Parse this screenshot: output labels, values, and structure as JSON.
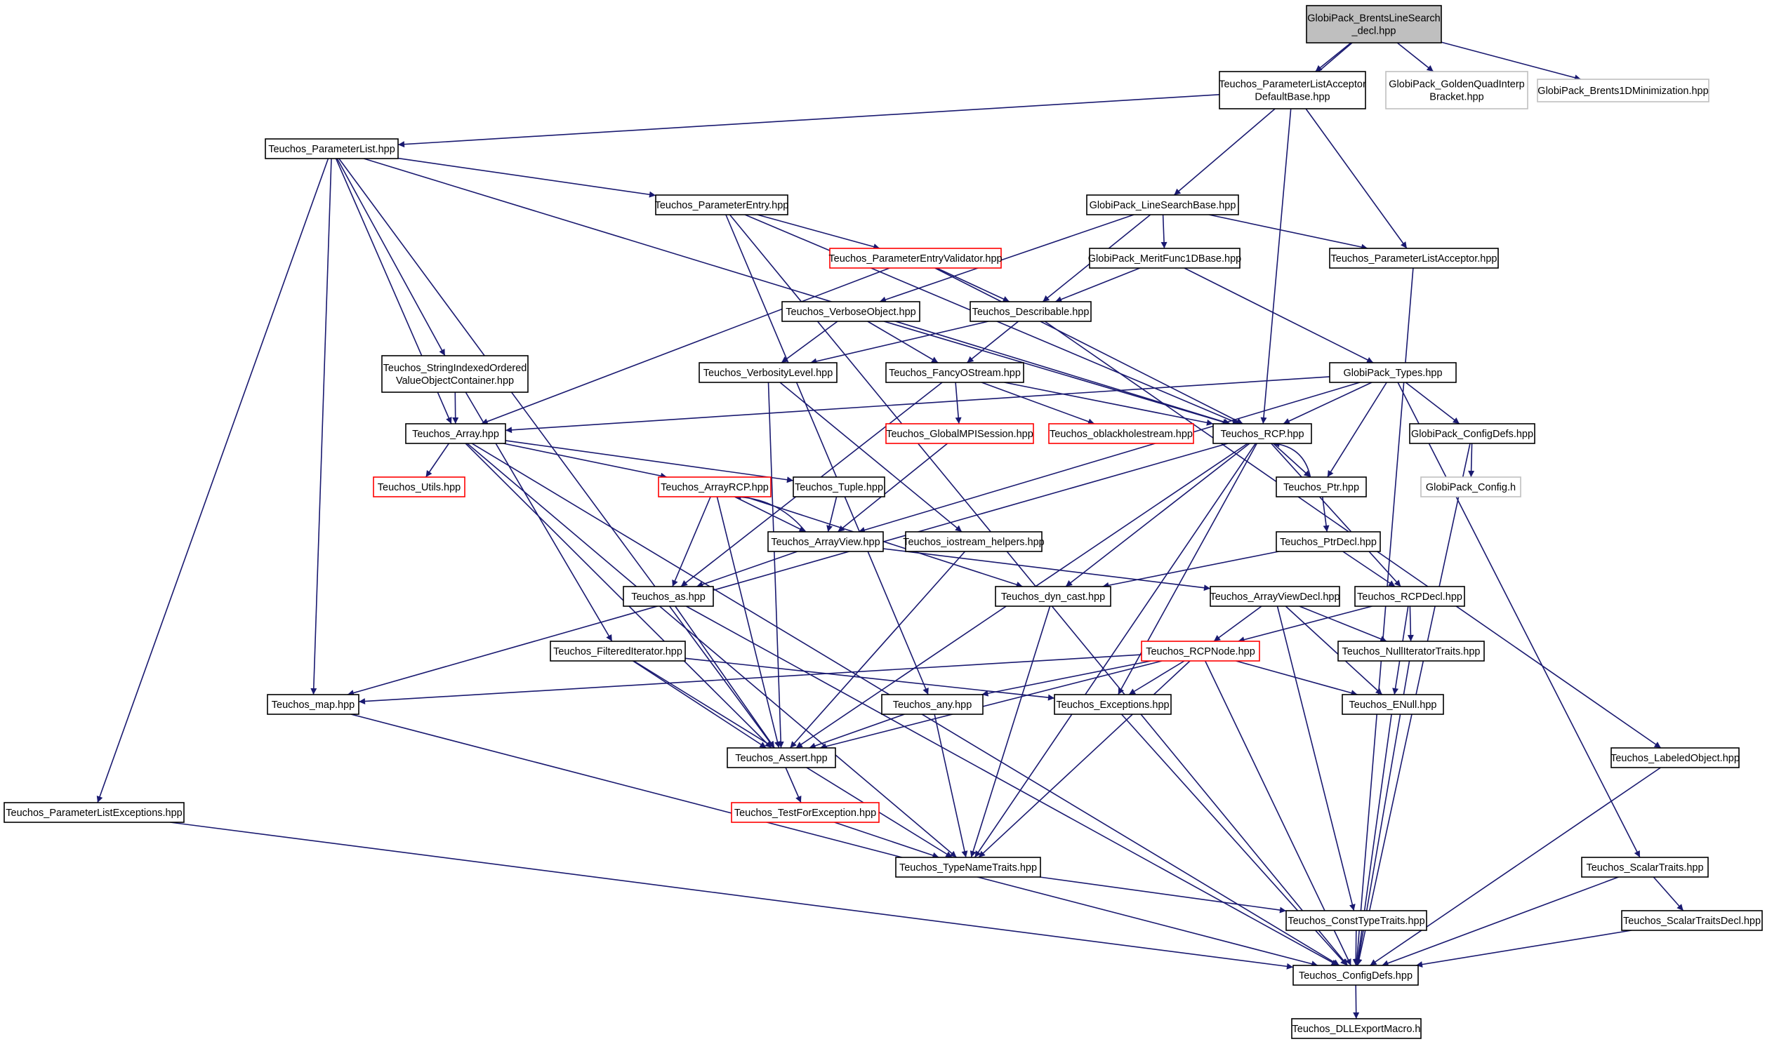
{
  "diagram": {
    "colors": {
      "edge": "#191970",
      "border_normal": "#000000",
      "border_truncated": "#ff0000",
      "border_missing": "#bfbfbf",
      "fill_root": "#bfbfbf",
      "fill_default": "#ffffff"
    },
    "nodes": [
      {
        "id": "root",
        "lines": [
          "GlobiPack_BrentsLineSearch",
          "_decl.hpp"
        ],
        "style": "root"
      },
      {
        "id": "plab",
        "lines": [
          "Teuchos_ParameterListAcceptor",
          "DefaultBase.hpp"
        ],
        "style": "normal"
      },
      {
        "id": "gqib",
        "lines": [
          "GlobiPack_GoldenQuadInterp",
          "Bracket.hpp"
        ],
        "style": "missing"
      },
      {
        "id": "b1dm",
        "lines": [
          "GlobiPack_Brents1DMinimization.hpp"
        ],
        "style": "missing"
      },
      {
        "id": "pl",
        "lines": [
          "Teuchos_ParameterList.hpp"
        ],
        "style": "normal"
      },
      {
        "id": "pe",
        "lines": [
          "Teuchos_ParameterEntry.hpp"
        ],
        "style": "normal"
      },
      {
        "id": "lsb",
        "lines": [
          "GlobiPack_LineSearchBase.hpp"
        ],
        "style": "normal"
      },
      {
        "id": "pev",
        "lines": [
          "Teuchos_ParameterEntryValidator.hpp"
        ],
        "style": "truncated"
      },
      {
        "id": "mf1",
        "lines": [
          "GlobiPack_MeritFunc1DBase.hpp"
        ],
        "style": "normal"
      },
      {
        "id": "pla",
        "lines": [
          "Teuchos_ParameterListAcceptor.hpp"
        ],
        "style": "normal"
      },
      {
        "id": "vo",
        "lines": [
          "Teuchos_VerboseObject.hpp"
        ],
        "style": "normal"
      },
      {
        "id": "desc",
        "lines": [
          "Teuchos_Describable.hpp"
        ],
        "style": "normal"
      },
      {
        "id": "sio",
        "lines": [
          "Teuchos_StringIndexedOrdered",
          "ValueObjectContainer.hpp"
        ],
        "style": "normal"
      },
      {
        "id": "vl",
        "lines": [
          "Teuchos_VerbosityLevel.hpp"
        ],
        "style": "normal"
      },
      {
        "id": "fos",
        "lines": [
          "Teuchos_FancyOStream.hpp"
        ],
        "style": "normal"
      },
      {
        "id": "gt",
        "lines": [
          "GlobiPack_Types.hpp"
        ],
        "style": "normal"
      },
      {
        "id": "arr",
        "lines": [
          "Teuchos_Array.hpp"
        ],
        "style": "normal"
      },
      {
        "id": "gmpi",
        "lines": [
          "Teuchos_GlobalMPISession.hpp"
        ],
        "style": "truncated"
      },
      {
        "id": "obh",
        "lines": [
          "Teuchos_oblackholestream.hpp"
        ],
        "style": "truncated"
      },
      {
        "id": "rcp",
        "lines": [
          "Teuchos_RCP.hpp"
        ],
        "style": "normal"
      },
      {
        "id": "gcd",
        "lines": [
          "GlobiPack_ConfigDefs.hpp"
        ],
        "style": "normal"
      },
      {
        "id": "utils",
        "lines": [
          "Teuchos_Utils.hpp"
        ],
        "style": "truncated"
      },
      {
        "id": "arcp",
        "lines": [
          "Teuchos_ArrayRCP.hpp"
        ],
        "style": "truncated"
      },
      {
        "id": "tup",
        "lines": [
          "Teuchos_Tuple.hpp"
        ],
        "style": "normal"
      },
      {
        "id": "ptr",
        "lines": [
          "Teuchos_Ptr.hpp"
        ],
        "style": "normal"
      },
      {
        "id": "gcfg",
        "lines": [
          "GlobiPack_Config.h"
        ],
        "style": "missing"
      },
      {
        "id": "av",
        "lines": [
          "Teuchos_ArrayView.hpp"
        ],
        "style": "normal"
      },
      {
        "id": "ioh",
        "lines": [
          "Teuchos_iostream_helpers.hpp"
        ],
        "style": "normal"
      },
      {
        "id": "ptrd",
        "lines": [
          "Teuchos_PtrDecl.hpp"
        ],
        "style": "normal"
      },
      {
        "id": "as",
        "lines": [
          "Teuchos_as.hpp"
        ],
        "style": "normal"
      },
      {
        "id": "dync",
        "lines": [
          "Teuchos_dyn_cast.hpp"
        ],
        "style": "normal"
      },
      {
        "id": "avd",
        "lines": [
          "Teuchos_ArrayViewDecl.hpp"
        ],
        "style": "normal"
      },
      {
        "id": "rcpd",
        "lines": [
          "Teuchos_RCPDecl.hpp"
        ],
        "style": "normal"
      },
      {
        "id": "fi",
        "lines": [
          "Teuchos_FilteredIterator.hpp"
        ],
        "style": "normal"
      },
      {
        "id": "rcpn",
        "lines": [
          "Teuchos_RCPNode.hpp"
        ],
        "style": "truncated"
      },
      {
        "id": "nit",
        "lines": [
          "Teuchos_NullIteratorTraits.hpp"
        ],
        "style": "normal"
      },
      {
        "id": "map",
        "lines": [
          "Teuchos_map.hpp"
        ],
        "style": "normal"
      },
      {
        "id": "any",
        "lines": [
          "Teuchos_any.hpp"
        ],
        "style": "normal"
      },
      {
        "id": "exc",
        "lines": [
          "Teuchos_Exceptions.hpp"
        ],
        "style": "normal"
      },
      {
        "id": "enull",
        "lines": [
          "Teuchos_ENull.hpp"
        ],
        "style": "normal"
      },
      {
        "id": "asrt",
        "lines": [
          "Teuchos_Assert.hpp"
        ],
        "style": "normal"
      },
      {
        "id": "lo",
        "lines": [
          "Teuchos_LabeledObject.hpp"
        ],
        "style": "normal"
      },
      {
        "id": "ple",
        "lines": [
          "Teuchos_ParameterListExceptions.hpp"
        ],
        "style": "normal"
      },
      {
        "id": "tfe",
        "lines": [
          "Teuchos_TestForException.hpp"
        ],
        "style": "truncated"
      },
      {
        "id": "tnt",
        "lines": [
          "Teuchos_TypeNameTraits.hpp"
        ],
        "style": "normal"
      },
      {
        "id": "st",
        "lines": [
          "Teuchos_ScalarTraits.hpp"
        ],
        "style": "normal"
      },
      {
        "id": "ctt",
        "lines": [
          "Teuchos_ConstTypeTraits.hpp"
        ],
        "style": "normal"
      },
      {
        "id": "std",
        "lines": [
          "Teuchos_ScalarTraitsDecl.hpp"
        ],
        "style": "normal"
      },
      {
        "id": "tcd",
        "lines": [
          "Teuchos_ConfigDefs.hpp"
        ],
        "style": "normal"
      },
      {
        "id": "dll",
        "lines": [
          "Teuchos_DLLExportMacro.h"
        ],
        "style": "normal"
      }
    ],
    "edges": [
      [
        "root",
        "plab"
      ],
      [
        "root",
        "gqib"
      ],
      [
        "root",
        "b1dm"
      ],
      [
        "root",
        "lsb"
      ],
      [
        "plab",
        "pl"
      ],
      [
        "plab",
        "pla"
      ],
      [
        "plab",
        "rcp"
      ],
      [
        "pl",
        "pe"
      ],
      [
        "pl",
        "rcp"
      ],
      [
        "pl",
        "sio"
      ],
      [
        "pl",
        "arr"
      ],
      [
        "pl",
        "map"
      ],
      [
        "pl",
        "asrt"
      ],
      [
        "pl",
        "ple"
      ],
      [
        "pe",
        "pev"
      ],
      [
        "pe",
        "rcp"
      ],
      [
        "pe",
        "tcd"
      ],
      [
        "pe",
        "any"
      ],
      [
        "lsb",
        "pla"
      ],
      [
        "lsb",
        "mf1"
      ],
      [
        "lsb",
        "desc"
      ],
      [
        "lsb",
        "vo"
      ],
      [
        "pev",
        "desc"
      ],
      [
        "pev",
        "arr"
      ],
      [
        "pev",
        "rcp"
      ],
      [
        "mf1",
        "desc"
      ],
      [
        "mf1",
        "gt"
      ],
      [
        "pla",
        "tcd"
      ],
      [
        "vo",
        "vl"
      ],
      [
        "vo",
        "fos"
      ],
      [
        "vo",
        "rcp"
      ],
      [
        "desc",
        "fos"
      ],
      [
        "desc",
        "vl"
      ],
      [
        "desc",
        "lo"
      ],
      [
        "sio",
        "arr"
      ],
      [
        "sio",
        "fi"
      ],
      [
        "vl",
        "asrt"
      ],
      [
        "vl",
        "ioh"
      ],
      [
        "fos",
        "gmpi"
      ],
      [
        "fos",
        "obh"
      ],
      [
        "fos",
        "rcp"
      ],
      [
        "fos",
        "as"
      ],
      [
        "gt",
        "arr"
      ],
      [
        "gt",
        "rcp"
      ],
      [
        "gt",
        "ptr"
      ],
      [
        "gt",
        "gcd"
      ],
      [
        "gt",
        "st"
      ],
      [
        "gt",
        "av"
      ],
      [
        "arr",
        "utils"
      ],
      [
        "arr",
        "arcp"
      ],
      [
        "arr",
        "tup"
      ],
      [
        "arr",
        "asrt"
      ],
      [
        "arr",
        "tnt"
      ],
      [
        "arr",
        "tcd"
      ],
      [
        "gmpi",
        "av"
      ],
      [
        "rcp",
        "ptr"
      ],
      [
        "rcp",
        "map"
      ],
      [
        "rcp",
        "asrt"
      ],
      [
        "rcp",
        "dync"
      ],
      [
        "rcp",
        "exc"
      ],
      [
        "rcp",
        "rcpd"
      ],
      [
        "rcp",
        "tnt"
      ],
      [
        "gcd",
        "gcfg"
      ],
      [
        "gcd",
        "tcd"
      ],
      [
        "arcp",
        "av"
      ],
      [
        "arcp",
        "as"
      ],
      [
        "arcp",
        "asrt"
      ],
      [
        "arcp",
        "dync"
      ],
      [
        "tup",
        "av"
      ],
      [
        "ptr",
        "rcp"
      ],
      [
        "ptr",
        "ptrd"
      ],
      [
        "av",
        "arcp"
      ],
      [
        "av",
        "as"
      ],
      [
        "av",
        "avd"
      ],
      [
        "ioh",
        "asrt"
      ],
      [
        "ptrd",
        "dync"
      ],
      [
        "ptrd",
        "rcpd"
      ],
      [
        "as",
        "asrt"
      ],
      [
        "as",
        "tcd"
      ],
      [
        "dync",
        "tnt"
      ],
      [
        "avd",
        "rcpn"
      ],
      [
        "avd",
        "nit"
      ],
      [
        "avd",
        "enull"
      ],
      [
        "avd",
        "ctt"
      ],
      [
        "rcpd",
        "rcpn"
      ],
      [
        "rcpd",
        "nit"
      ],
      [
        "rcpd",
        "enull"
      ],
      [
        "fi",
        "asrt"
      ],
      [
        "fi",
        "exc"
      ],
      [
        "fi",
        "tnt"
      ],
      [
        "rcpn",
        "map"
      ],
      [
        "rcpn",
        "any"
      ],
      [
        "rcpn",
        "exc"
      ],
      [
        "rcpn",
        "enull"
      ],
      [
        "rcpn",
        "asrt"
      ],
      [
        "rcpn",
        "tnt"
      ],
      [
        "rcpn",
        "tcd"
      ],
      [
        "nit",
        "tcd"
      ],
      [
        "map",
        "tcd"
      ],
      [
        "any",
        "asrt"
      ],
      [
        "any",
        "tnt"
      ],
      [
        "exc",
        "tcd"
      ],
      [
        "enull",
        "tcd"
      ],
      [
        "asrt",
        "tfe"
      ],
      [
        "tfe",
        "tnt"
      ],
      [
        "lo",
        "tcd"
      ],
      [
        "ple",
        "tcd"
      ],
      [
        "tnt",
        "ctt"
      ],
      [
        "st",
        "std"
      ],
      [
        "st",
        "tcd"
      ],
      [
        "std",
        "tcd"
      ],
      [
        "ctt",
        "tcd"
      ],
      [
        "tcd",
        "dll"
      ]
    ]
  }
}
